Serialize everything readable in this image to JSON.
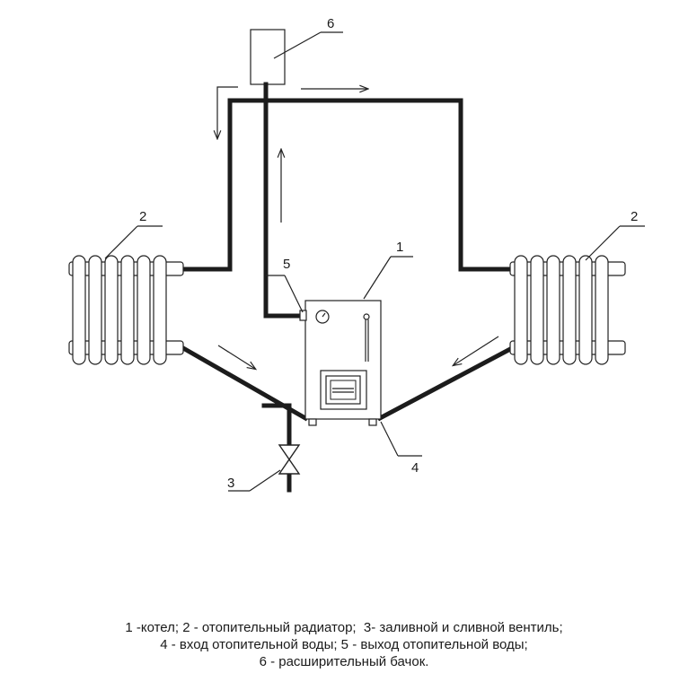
{
  "labels": {
    "boiler": "1",
    "radiator_left": "2",
    "radiator_right": "2",
    "valve": "3",
    "inlet": "4",
    "outlet": "5",
    "tank": "6"
  },
  "legend": {
    "line1": "1 -котел; 2 - отопительный радиатор;  3- заливной и сливной вентиль;",
    "line2": "4 - вход отопительной воды; 5 - выход отопительной воды;",
    "line3": "6 - расширительный бачок."
  }
}
